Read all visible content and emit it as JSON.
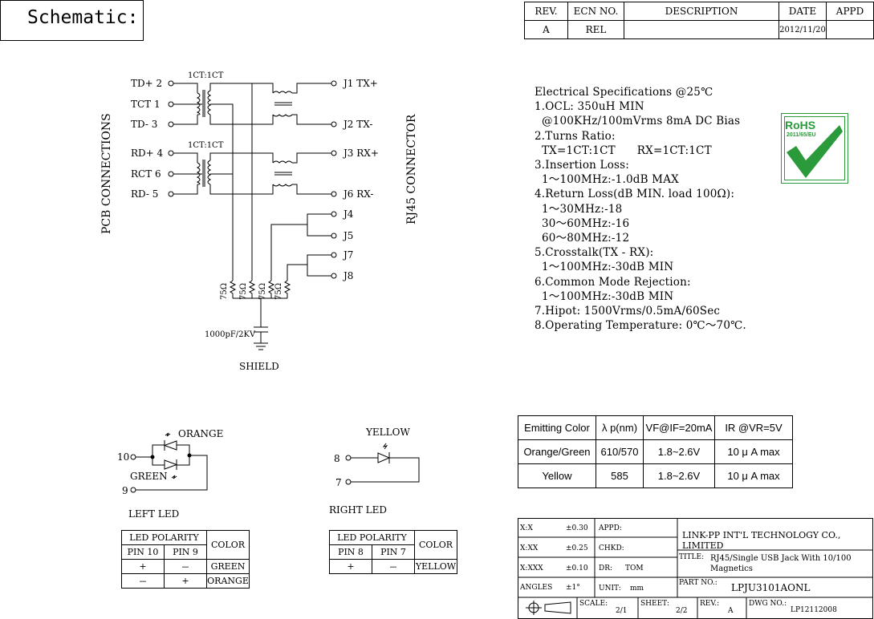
{
  "title": "Schematic:",
  "revision_table": {
    "headers": [
      "REV.",
      "ECN NO.",
      "DESCRIPTION",
      "DATE",
      "APPD"
    ],
    "row": [
      "A",
      "REL",
      "",
      "2012/11/20",
      ""
    ]
  },
  "schematic": {
    "left_pins": [
      {
        "label": "TD+ 2"
      },
      {
        "label": "TCT 1"
      },
      {
        "label": "TD- 3"
      },
      {
        "label": "RD+ 4"
      },
      {
        "label": "RCT 6"
      },
      {
        "label": "RD- 5"
      }
    ],
    "ratio_top": "1CT:1CT",
    "ratio_bottom": "1CT:1CT",
    "right_pins": [
      {
        "label": "J1 TX+"
      },
      {
        "label": "J2 TX-"
      },
      {
        "label": "J3 RX+"
      },
      {
        "label": "J6 RX-"
      },
      {
        "label": "J4"
      },
      {
        "label": "J5"
      },
      {
        "label": "J7"
      },
      {
        "label": "J8"
      }
    ],
    "resistor_label": "75Ω",
    "capacitor_label": "1000pF/2KV",
    "shield_label": "SHIELD",
    "left_side_label": "PCB CONNECTIONS",
    "right_side_label": "RJ45 CONNECTOR"
  },
  "specs": {
    "heading": "Electrical Specifications @25℃",
    "lines": [
      "1.OCL: 350uH MIN",
      "  @100KHz/100mVrms 8mA DC Bias",
      "2.Turns Ratio:",
      "  TX=1CT:1CT      RX=1CT:1CT",
      "3.Insertion Loss:",
      "  1～100MHz:-1.0dB MAX",
      "4.Return Loss(dB MIN. load 100Ω):",
      "  1～30MHz:-18",
      "  30～60MHz:-16",
      "  60～80MHz:-12",
      "5.Crosstalk(TX - RX):",
      "  1～100MHz:-30dB MIN",
      "6.Common Mode Rejection:",
      "  1～100MHz:-30dB MIN",
      "7.Hipot: 1500Vrms/0.5mA/60Sec",
      "8.Operating Temperature: 0℃～70℃."
    ]
  },
  "rohs": {
    "text": "RoHS",
    "sub": "2011/65/EU",
    "color": "#2a9a3a"
  },
  "led_spec": {
    "headers": [
      "Emitting Color",
      "λ p(nm)",
      "VF@IF=20mA",
      "IR @VR=5V"
    ],
    "rows": [
      [
        "Orange/Green",
        "610/570",
        "1.8~2.6V",
        "10 μ A max"
      ],
      [
        "Yellow",
        "585",
        "1.8~2.6V",
        "10 μ A max"
      ]
    ]
  },
  "left_led": {
    "caption": "LEFT LED",
    "orange": "ORANGE",
    "green": "GREEN",
    "pin_a": "10",
    "pin_b": "9",
    "table": {
      "header": "LED POLARITY",
      "color_header": "COLOR",
      "cols": [
        "PIN 10",
        "PIN 9"
      ],
      "rows": [
        [
          "+",
          "－",
          "GREEN"
        ],
        [
          "－",
          "+",
          "ORANGE"
        ]
      ]
    }
  },
  "right_led": {
    "caption": "RIGHT LED",
    "yellow": "YELLOW",
    "pin_a": "8",
    "pin_b": "7",
    "table": {
      "header": "LED POLARITY",
      "color_header": "COLOR",
      "cols": [
        "PIN 8",
        "PIN 7"
      ],
      "rows": [
        [
          "+",
          "－",
          "YELLOW"
        ]
      ]
    }
  },
  "title_block": {
    "tolerances": [
      {
        "label": "X:X",
        "value": "±0.30"
      },
      {
        "label": "X:XX",
        "value": "±0.25"
      },
      {
        "label": "X:XXX",
        "value": "±0.10"
      },
      {
        "label": "ANGLES",
        "value": "±1°"
      }
    ],
    "appd": "APPD:",
    "chkd": "CHKD:",
    "dr_label": "DR:",
    "dr_value": "TOM",
    "unit_label": "UNIT:",
    "unit_value": "mm",
    "company": "LINK-PP INT'L TECHNOLOGY CO., LIMITED",
    "title_label": "TITLE:",
    "title_value_1": "RJ45/Single USB Jack With 10/100",
    "title_value_2": "Magnetics",
    "part_label": "PART NO.:",
    "part_value": "LPJU3101AONL",
    "scale_label": "SCALE:",
    "scale_value": "2/1",
    "sheet_label": "SHEET:",
    "sheet_value": "2/2",
    "rev_label": "REV.:",
    "rev_value": "A",
    "dwg_label": "DWG NO.:",
    "dwg_value": "LP12112008"
  }
}
